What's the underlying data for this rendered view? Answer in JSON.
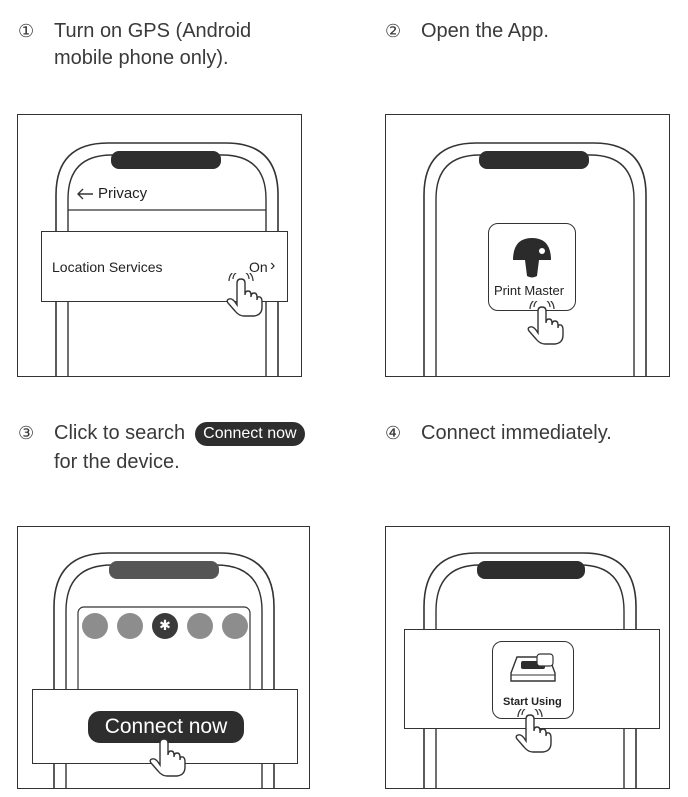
{
  "steps": [
    {
      "num": "①",
      "line1": "Turn on GPS (Android",
      "line2": "mobile phone only)."
    },
    {
      "num": "②",
      "line1": "Open the App."
    },
    {
      "num": "③",
      "line1": "Click to search",
      "line2": "for the device.",
      "pill": "Connect now"
    },
    {
      "num": "④",
      "line1": "Connect immediately."
    }
  ],
  "panel1": {
    "back_label": "Privacy",
    "row_label": "Location Services",
    "row_value": "On",
    "row_chevron": "›"
  },
  "panel2": {
    "app_name": "Print Master"
  },
  "panel3": {
    "button_label": "Connect now",
    "bluetooth_glyph": "✱"
  },
  "panel4": {
    "button_label": "Start Using"
  },
  "icons": {
    "back": "arrow-left-icon",
    "hand": "tap-hand-icon",
    "mushroom": "mushroom-logo-icon",
    "bluetooth": "bluetooth-icon",
    "printer": "printer-icon"
  },
  "colors": {
    "ink": "#2e2e2e",
    "dot": "#8d8d8d",
    "line": "#333333"
  }
}
